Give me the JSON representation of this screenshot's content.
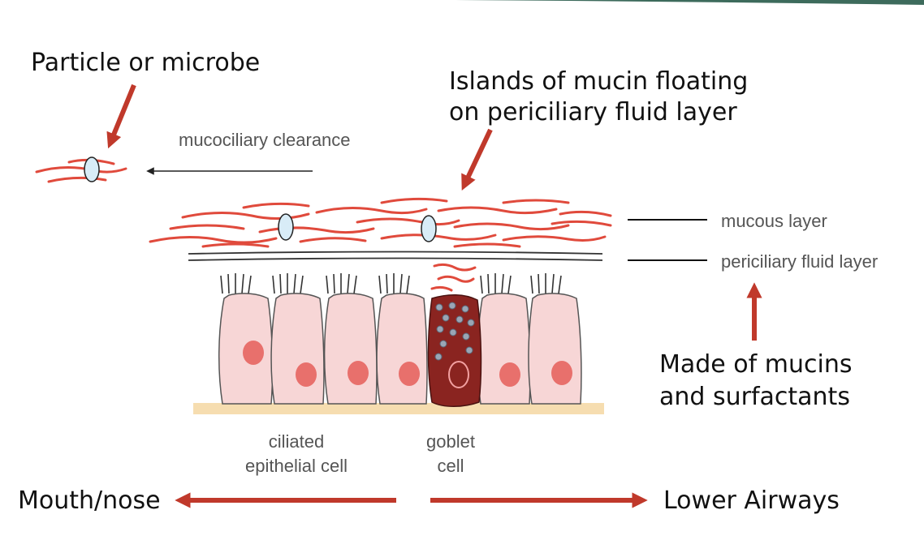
{
  "colors": {
    "accent_red": "#c0392b",
    "mucus_red": "#e04a3c",
    "cell_pink": "#f7d6d6",
    "nucleus": "#e8706c",
    "goblet": "#8a2420",
    "basement": "#f6ddb0",
    "top_band": "#3d6b5c"
  },
  "labels": {
    "particle": "Particle or microbe",
    "islands_line1": "Islands of mucin floating",
    "islands_line2": "on periciliary fluid layer",
    "clearance": "mucociliary clearance",
    "mucous_layer": "mucous layer",
    "periciliary_layer": "periciliary fluid layer",
    "made_of_line1": "Made of mucins",
    "made_of_line2": "and surfactants",
    "ciliated_line1": "ciliated",
    "ciliated_line2": "epithelial cell",
    "goblet_line1": "goblet",
    "goblet_line2": "cell",
    "mouth": "Mouth/nose",
    "lower": "Lower Airways"
  }
}
